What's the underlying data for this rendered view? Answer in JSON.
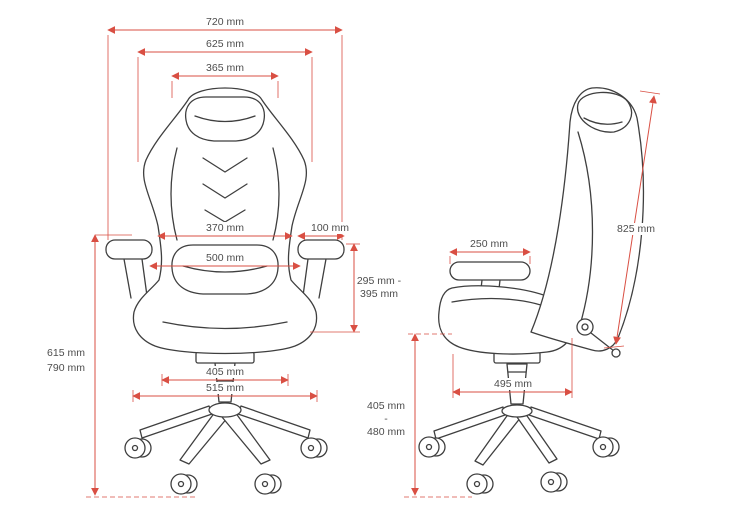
{
  "diagram_title": "gaming-chair-dimension-diagram",
  "colors": {
    "dimension_line": "#d94f43",
    "drawing_line": "#3f3f3f",
    "label_text": "#4d4d4d",
    "background": "#ffffff"
  },
  "front_view": {
    "overall_width": "720 mm",
    "backrest_top_width": "625 mm",
    "headrest_width": "365 mm",
    "backrest_mid_width": "370 mm",
    "armrest_pad_width": "100 mm",
    "seat_width": "500 mm",
    "armrest_height_min": "295 mm -",
    "armrest_height_max": "395 mm",
    "overall_height_min": "615 mm",
    "overall_height_max": "790 mm",
    "base_inner_width": "405 mm",
    "base_outer_width": "515 mm"
  },
  "side_view": {
    "armrest_depth": "250 mm",
    "backrest_height": "825 mm",
    "base_depth": "495 mm",
    "seat_height_min": "405 mm",
    "seat_height_separator": "-",
    "seat_height_max": "480 mm"
  }
}
